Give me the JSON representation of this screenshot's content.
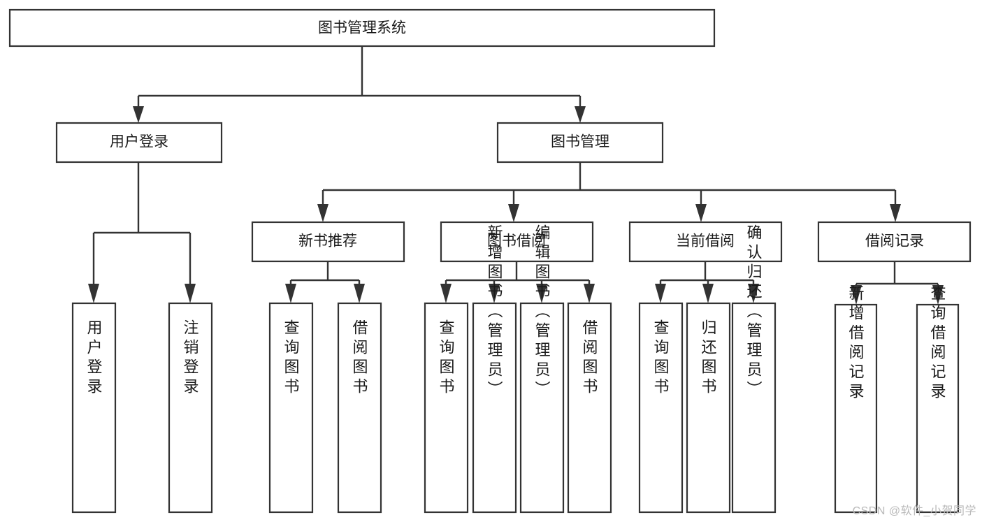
{
  "diagram": {
    "type": "tree-hierarchy-diagram",
    "title": "图书管理系统",
    "style": {
      "box_fill": "#ffffff",
      "box_stroke": "#333333",
      "text_color": "#1a1a1a",
      "connector_color": "#333333",
      "background": "#ffffff",
      "watermark_color": "#b9b9b9"
    },
    "root": {
      "id": "root",
      "label": "图书管理系统"
    },
    "level2": [
      {
        "id": "user-login",
        "label": "用户登录"
      },
      {
        "id": "book-management",
        "label": "图书管理"
      }
    ],
    "level3": [
      {
        "id": "new-book-recommend",
        "label": "新书推荐",
        "parent": "book-management"
      },
      {
        "id": "book-borrow",
        "label": "图书借阅",
        "parent": "book-management"
      },
      {
        "id": "current-borrow",
        "label": "当前借阅",
        "parent": "book-management"
      },
      {
        "id": "borrow-record",
        "label": "借阅记录",
        "parent": "book-management"
      }
    ],
    "leaves": {
      "user-login": [
        {
          "id": "leaf-user-login",
          "label": "用户登录"
        },
        {
          "id": "leaf-user-logout",
          "label": "注销登录"
        }
      ],
      "new-book-recommend": [
        {
          "id": "leaf-query-book-1",
          "label": "查询图书"
        },
        {
          "id": "leaf-borrow-book-1",
          "label": "借阅图书"
        }
      ],
      "book-borrow": [
        {
          "id": "leaf-query-book-2",
          "label": "查询图书"
        },
        {
          "id": "leaf-add-book",
          "label": "新增图书（管理员）"
        },
        {
          "id": "leaf-edit-book",
          "label": "编辑图书（管理员）"
        },
        {
          "id": "leaf-borrow-book-2",
          "label": "借阅图书"
        }
      ],
      "current-borrow": [
        {
          "id": "leaf-query-book-3",
          "label": "查询图书"
        },
        {
          "id": "leaf-return-book",
          "label": "归还图书"
        },
        {
          "id": "leaf-confirm-return",
          "label": "确认归还（管理员）"
        }
      ],
      "borrow-record": [
        {
          "id": "leaf-add-borrow-record",
          "label": "新增借阅记录"
        },
        {
          "id": "leaf-query-borrow-record",
          "label": "查询借阅记录"
        }
      ]
    }
  },
  "watermark": {
    "text": "CSDN @软件_小贺同学"
  }
}
